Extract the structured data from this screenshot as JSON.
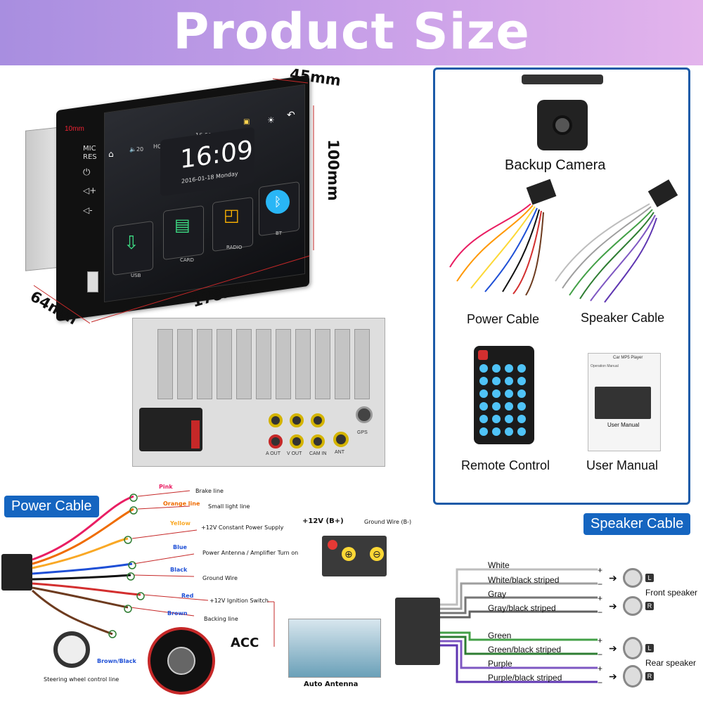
{
  "banner": {
    "title": "Product Size"
  },
  "dimensions": {
    "depth_top": "45mm",
    "height": "100mm",
    "width": "178mm",
    "depth": "64mm",
    "bezel": "10mm"
  },
  "screen": {
    "side_buttons": [
      "MIC",
      "RES"
    ],
    "status_home": "HOME",
    "status_time": "16:09",
    "volume": "20",
    "clock_time": "16:09",
    "clock_date": "2016-01-18 Monday",
    "apps": [
      {
        "label": "USB",
        "icon": "usb-icon"
      },
      {
        "label": "CARD",
        "icon": "sd-card-icon"
      },
      {
        "label": "RADIO",
        "icon": "radio-icon"
      },
      {
        "label": "BT",
        "icon": "bluetooth-icon"
      }
    ]
  },
  "accessories": {
    "backup_camera": "Backup Camera",
    "power_cable": "Power Cable",
    "speaker_cable": "Speaker Cable",
    "remote_control": "Remote Control",
    "user_manual": "User Manual",
    "manual_cover_title": "Car MP5 Player",
    "manual_cover_sub": "Operation Manual",
    "manual_cover_label": "User Manual"
  },
  "rear": {
    "gps": "GPS",
    "ant": "ANT",
    "cam_in": "CAM IN",
    "v_out": "V OUT",
    "a_out": "A OUT"
  },
  "power_diagram": {
    "tag": "Power Cable",
    "wires": [
      {
        "color_name": "Pink",
        "desc": "Brake line",
        "hex": "#e91e63"
      },
      {
        "color_name": "Orange line",
        "desc": "Small light line",
        "hex": "#ef6c00"
      },
      {
        "color_name": "Yellow",
        "desc": "+12V Constant Power Supply",
        "hex": "#f9a825"
      },
      {
        "color_name": "Blue",
        "desc": "Power Antenna / Amplifier Turn on",
        "hex": "#1e4fd6"
      },
      {
        "color_name": "Black",
        "desc": "Ground Wire",
        "hex": "#111111"
      },
      {
        "color_name": "Red",
        "desc": "+12V Ignition Switch",
        "hex": "#d32f2f"
      },
      {
        "color_name": "Brown",
        "desc": "Backing line",
        "hex": "#6d3b1f"
      }
    ],
    "battery_plus": "+12V  (B+)",
    "ground": "Ground Wire (B-)",
    "acc": "ACC",
    "auto_antenna": "Auto Antenna",
    "brown_black": "Brown/Black",
    "steering": "Steering wheel control line"
  },
  "speaker_diagram": {
    "tag": "Speaker Cable",
    "wires": [
      "White",
      "White/black striped",
      "Gray",
      "Gray/black striped",
      "Green",
      "Green/black striped",
      "Purple",
      "Purple/black striped"
    ],
    "front": "Front speaker",
    "rear": "Rear speaker",
    "left": "L",
    "right": "R",
    "plus": "+",
    "minus": "−"
  }
}
